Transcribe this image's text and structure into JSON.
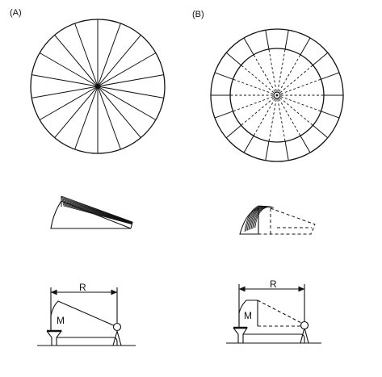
{
  "panel_a": {
    "label": "(A)",
    "wheel_segments": 18,
    "dimension_label": "R",
    "mass_label": "M"
  },
  "panel_b": {
    "label": "(B)",
    "wheel_segments": 18,
    "dimension_label": "R",
    "mass_label": "M"
  },
  "colors": {
    "stroke": "#111111",
    "background": "#ffffff"
  }
}
